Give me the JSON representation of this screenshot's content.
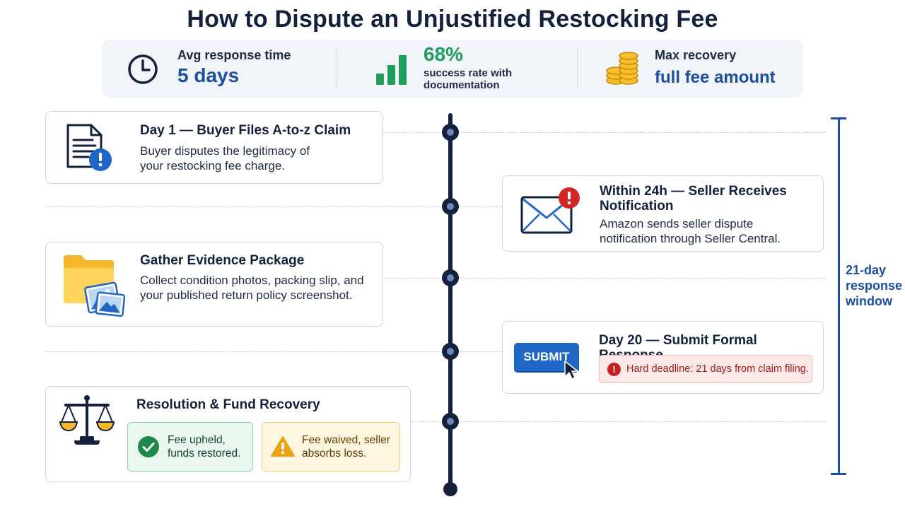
{
  "title": "How to Dispute an Unjustified Restocking Fee",
  "stats": {
    "response": {
      "label": "Avg response time",
      "value": "5 days",
      "icon": "clock-icon"
    },
    "success": {
      "value": "68%",
      "sub": "success rate with documentation",
      "icon": "bar-chart-icon"
    },
    "recovery": {
      "label": "Max recovery",
      "value": "full fee amount",
      "icon": "coins-icon"
    }
  },
  "steps": [
    {
      "title": "Day 1 — Buyer Files A-to-z Claim",
      "body": "Buyer disputes the legitimacy of your restocking fee charge.",
      "icon": "document-alert-icon"
    },
    {
      "title": "Within 24h — Seller Receives Notification",
      "body": "Amazon sends seller dispute notification through Seller Central.",
      "icon": "envelope-alert-icon"
    },
    {
      "title": "Gather Evidence Package",
      "body": "Collect condition photos, packing slip, and your published return policy screenshot.",
      "icon": "folder-photos-icon"
    },
    {
      "title": "Day 20 — Submit Formal Response",
      "button": "SUBMIT",
      "deadline": "Hard deadline: 21 days from claim filing.",
      "icon": "cursor-icon"
    },
    {
      "title": "Resolution & Fund Recovery",
      "icon": "scales-icon",
      "outcomes": [
        {
          "text": "Fee upheld, funds restored.",
          "icon": "check-circle-icon"
        },
        {
          "text": "Fee waived, seller absorbs loss.",
          "icon": "warning-icon"
        }
      ]
    }
  ],
  "window_label": "21-day response window",
  "colors": {
    "navy": "#14213d",
    "blue": "#1d4fa0",
    "green": "#1e9e5a",
    "red": "#c42020",
    "amber": "#f0b429"
  }
}
